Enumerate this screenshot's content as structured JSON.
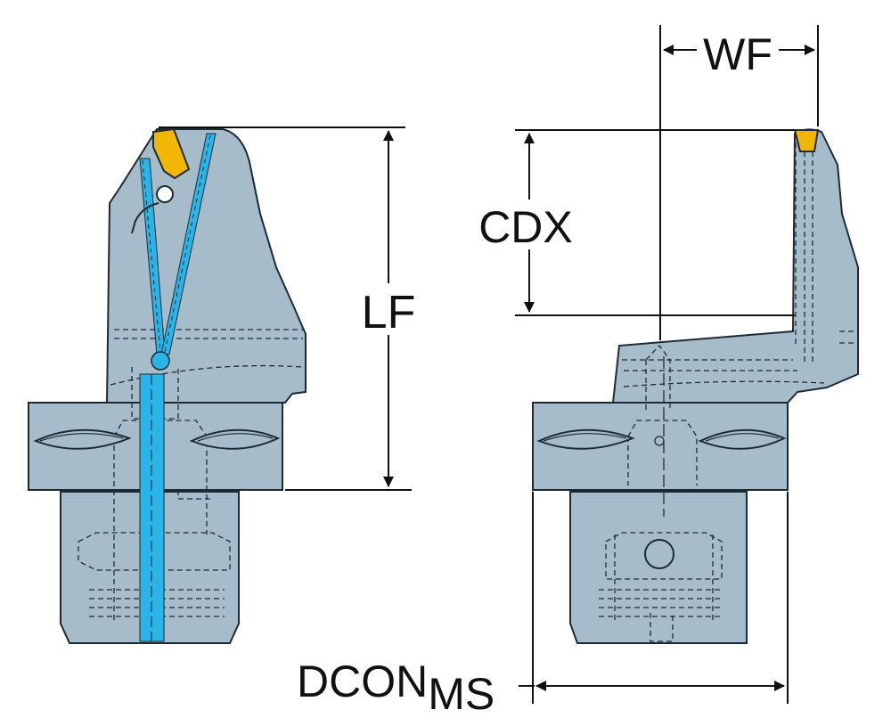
{
  "labels": {
    "lf": "LF",
    "wf": "WF",
    "cdx": "CDX",
    "dcon_main": "DCON",
    "dcon_sub": "MS"
  },
  "colors": {
    "body": "#a7bccb",
    "outline": "#1e2a33",
    "coolant": "#2bb4e8",
    "insert": "#f2b705",
    "dimension": "#111111"
  },
  "icons": {
    "insert": "cutting-insert-icon",
    "screw": "clamp-screw-icon"
  }
}
